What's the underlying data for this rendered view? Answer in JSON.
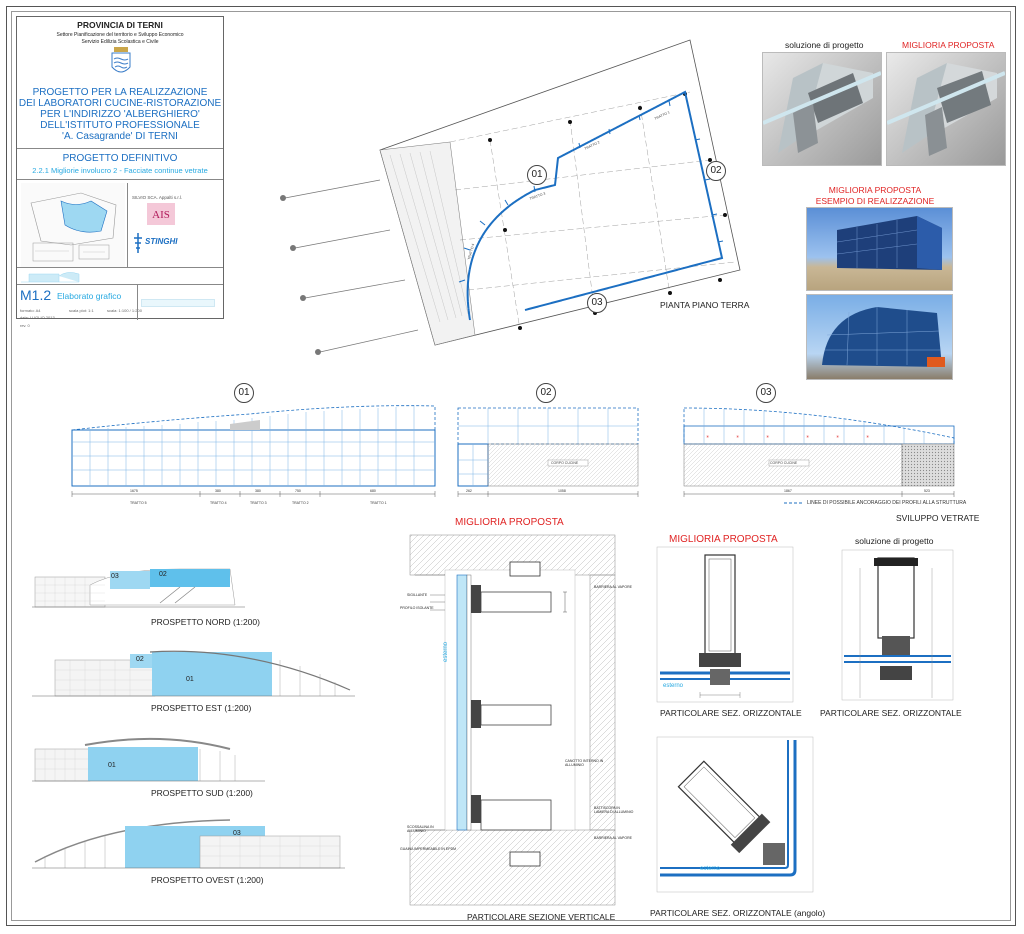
{
  "titleblock": {
    "province": "PROVINCIA DI TERNI",
    "sector_line1": "Settore Pianificazione del territorio e Sviluppo Economico",
    "sector_line2": "Servizio Edilizia Scolastica e Civile",
    "project_line1": "PROGETTO PER LA REALIZZAZIONE",
    "project_line2": "DEI LABORATORI CUCINE-RISTORAZIONE",
    "project_line3": "PER L'INDIRIZZO 'ALBERGHIERO'",
    "project_line4": "DELL'ISTITUTO PROFESSIONALE",
    "project_line5": "'A. Casagrande' DI TERNI",
    "phase": "PROGETTO DEFINITIVO",
    "subtitle": "2.2.1 Migliorie involucro 2 - Facciate continue vetrate",
    "code": "M1.2",
    "code_desc": "Elaborato grafico",
    "meta1": "formato: A4",
    "meta2": "scala plot: 1:1",
    "meta3": "scala: 1:100 / 1:200",
    "meta4": "data: LUGLIO 2013",
    "meta5": "rev. 0",
    "company1": "SILVIO SCA. Appalti s.r.l.",
    "company2": "STINGHI"
  },
  "plan": {
    "title": "PIANTA PIANO TERRA",
    "marker_01": "01",
    "marker_02": "02",
    "marker_03": "03"
  },
  "top_photos": {
    "label_design": "soluzione di progetto",
    "label_improvement": "MIGLIORIA PROPOSTA",
    "example_title_1": "MIGLIORIA PROPOSTA",
    "example_title_2": "ESEMPIO DI REALIZZAZIONE"
  },
  "elevations": {
    "marker_01": "01",
    "marker_02": "02",
    "marker_03": "03",
    "legend": "LINEE DI POSSIBILE ANCORAGGIO DEI PROFILI ALLA STRUTTURA",
    "title": "SVILUPPO VETRATE",
    "kitchen_label_1": "CORPO CUCINE",
    "kitchen_label_2": "CORPO CUCINE"
  },
  "facades": {
    "north": "PROSPETTO NORD (1:200)",
    "east": "PROSPETTO EST (1:200)",
    "south": "PROSPETTO SUD (1:200)",
    "west": "PROSPETTO OVEST (1:200)",
    "tag_01": "01",
    "tag_02": "02",
    "tag_03": "03"
  },
  "details": {
    "vertical_title": "MIGLIORIA PROPOSTA",
    "vertical_caption": "PARTICOLARE SEZIONE VERTICALE",
    "horiz_title": "MIGLIORIA PROPOSTA",
    "horiz_caption": "PARTICOLARE SEZ. ORIZZONTALE",
    "design_title": "soluzione di progetto",
    "design_caption": "PARTICOLARE SEZ. ORIZZONTALE",
    "corner_caption": "PARTICOLARE SEZ. ORIZZONTALE (angolo)",
    "esterno": "esterno",
    "note_barriera": "BARRIERA AL VAPORE",
    "note_profili": "PROFILO ISOLANTE",
    "note_sigillante": "SIGILLANTE",
    "note_canotto": "CANOTTO INTERNO IN ALLUMINIO",
    "note_battiscopa": "BATTISCOPA IN LAMIERA DI ALLUMINIO",
    "note_guaina": "GUAINA IMPERMEABILE IN EPDM",
    "note_scossalina": "SCOSSALINA IN ALLUMINIO"
  },
  "colors": {
    "accent_blue": "#1c6fc2",
    "red": "#e02424",
    "glass": "#7fd0f0"
  }
}
